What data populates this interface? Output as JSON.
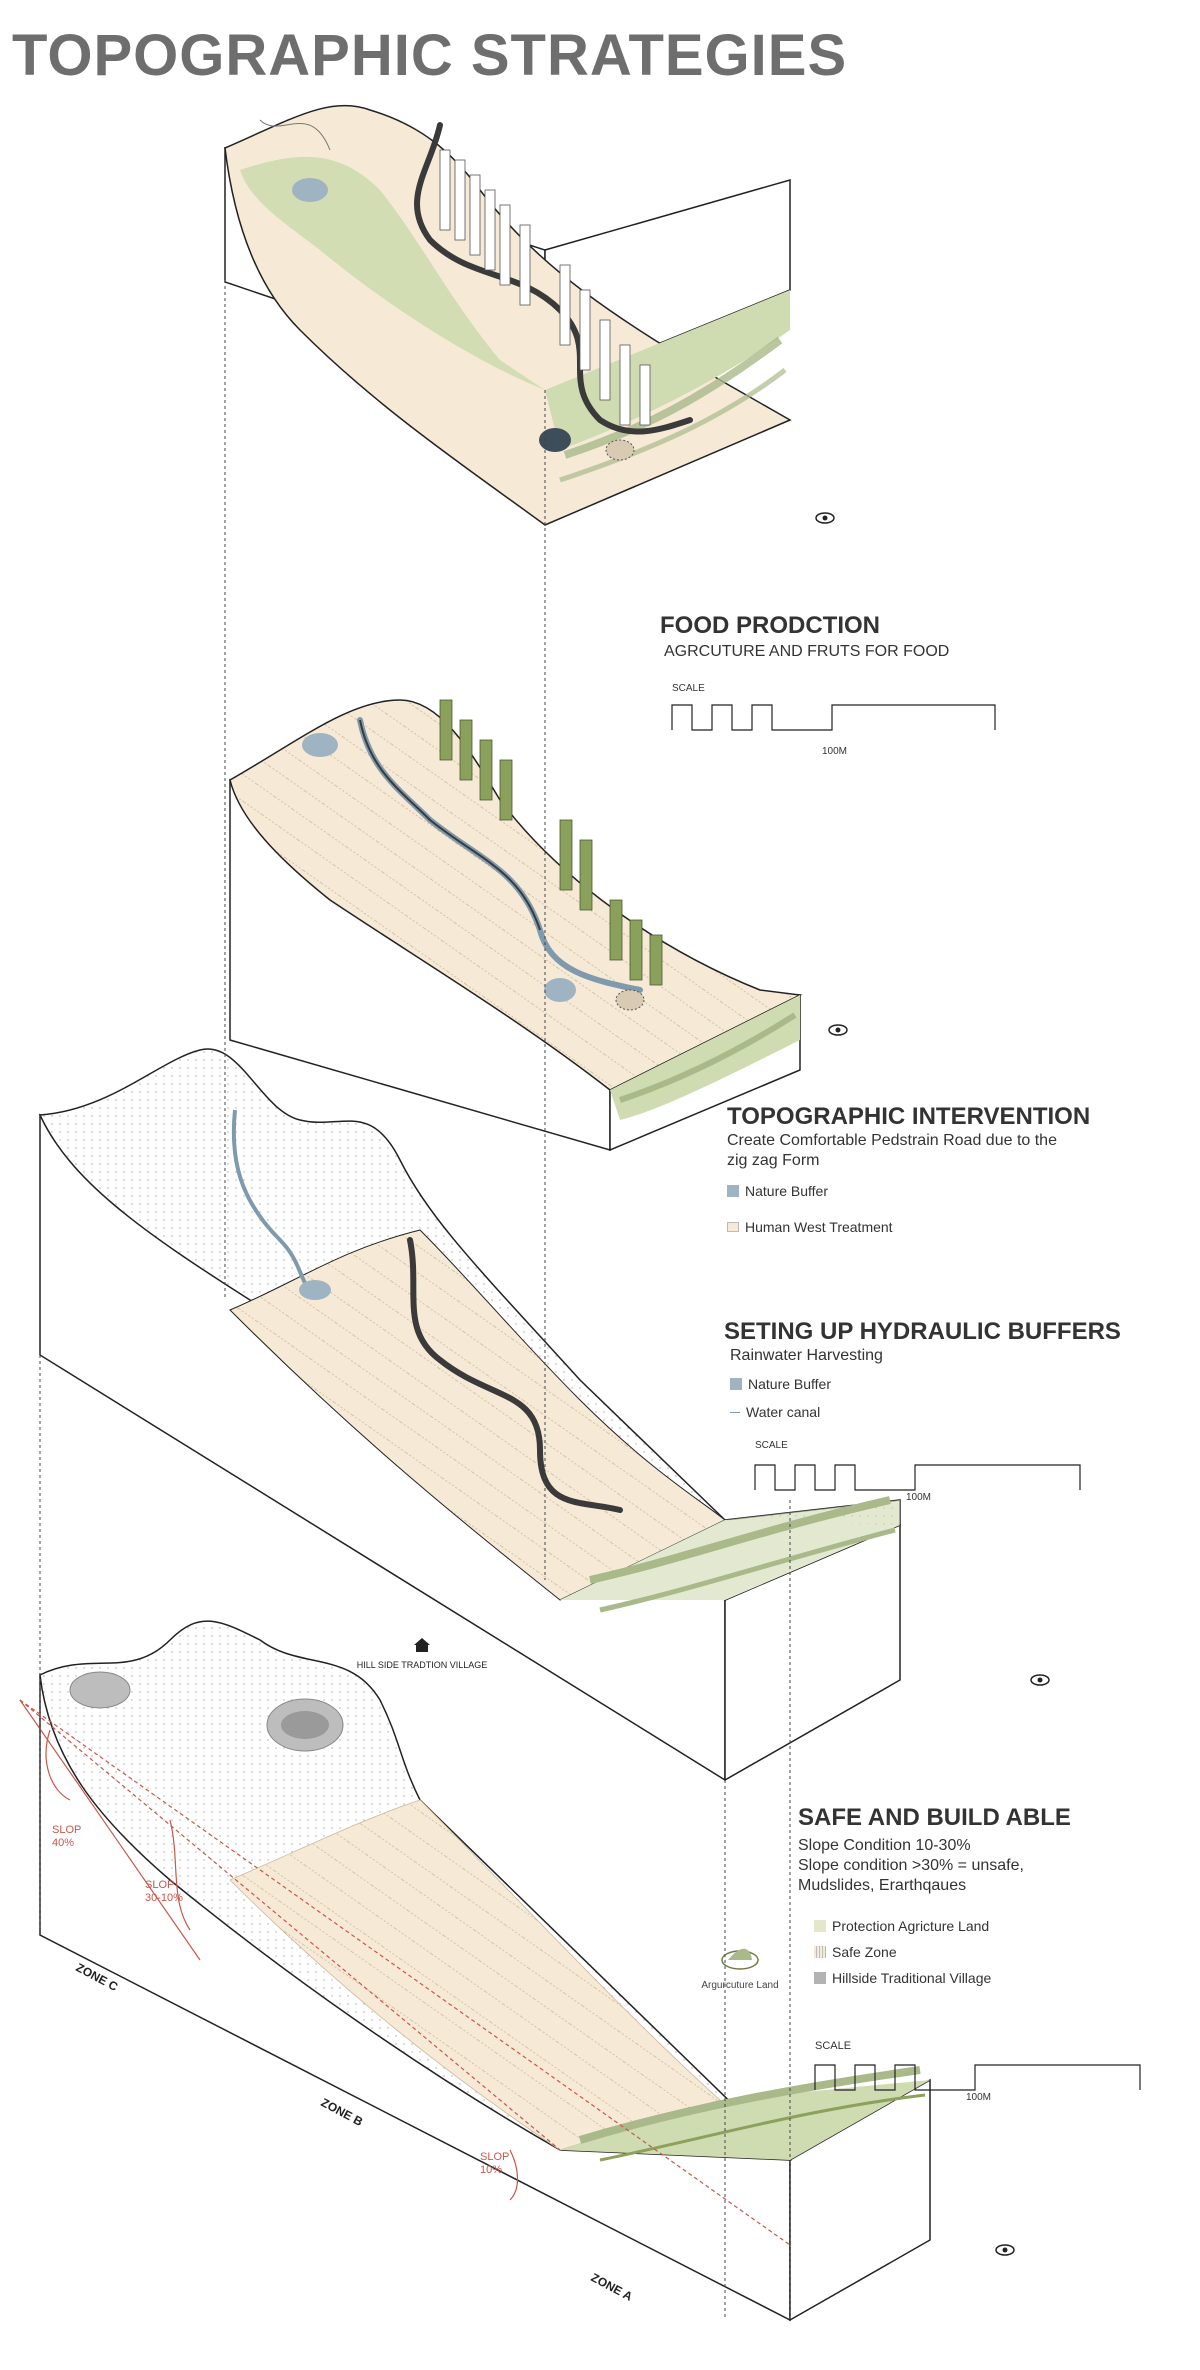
{
  "title": "TOPOGRAPHIC STRATEGIES",
  "sections": {
    "food": {
      "heading": "FOOD PRODCTION",
      "subtitle": "AGRCUTURE AND FRUTS FOR FOOD",
      "scale_label": "SCALE",
      "scale_distance": "100M"
    },
    "intervention": {
      "heading": "TOPOGRAPHIC INTERVENTION",
      "subtitle_line1": "Create Comfortable Pedstrain Road due to the",
      "subtitle_line2": "zig zag Form",
      "legend": [
        "Nature Buffer",
        "Human West Treatment"
      ]
    },
    "hydraulic": {
      "heading": "SETING UP HYDRAULIC BUFFERS",
      "subtitle": "Rainwater Harvesting",
      "legend": [
        "Nature Buffer",
        "Water canal"
      ],
      "scale_label": "SCALE",
      "scale_distance": "100M"
    },
    "safe": {
      "heading": "SAFE AND BUILD ABLE",
      "line1": "Slope Condition 10-30%",
      "line2": "Slope condition >30% = unsafe,",
      "line3": "Mudslides, Erarthqaues",
      "legend": [
        "Protection Agricture Land",
        "Safe Zone",
        "Hillside Traditional Village"
      ],
      "scale_label": "SCALE",
      "scale_distance": "100M"
    }
  },
  "diagram_labels": {
    "village": "HILL SIDE TRADTION VILLAGE",
    "agriculture": "Argurcuture Land",
    "slope_40_line1": "SLOP",
    "slope_40_line2": "40%",
    "slope_30_line1": "SLOP",
    "slope_30_line2": "30-10%",
    "slope_10_line1": "SLOP",
    "slope_10_line2": "10%",
    "zone_a": "ZONE A",
    "zone_b": "ZONE B",
    "zone_c": "ZONE C"
  },
  "colors": {
    "sand": "#f6ead6",
    "green": "#cfdbb0",
    "dark_green": "#a9b98a",
    "water": "#9fb4c2",
    "road": "#3a3a3a",
    "slope_red": "#c8574a",
    "heading": "#333333",
    "title": "#6e6e6e"
  }
}
